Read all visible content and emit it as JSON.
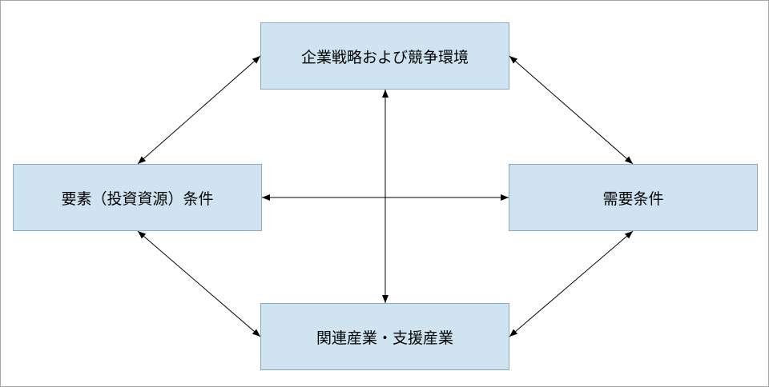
{
  "diagram": {
    "nodes": {
      "top": "企業戦略および競争環境",
      "left": "要素（投資資源）条件",
      "right": "需要条件",
      "bottom": "関連産業・支援産業"
    },
    "edges": [
      {
        "from": "top",
        "to": "left",
        "direction": "both"
      },
      {
        "from": "top",
        "to": "right",
        "direction": "both"
      },
      {
        "from": "left",
        "to": "bottom",
        "direction": "both"
      },
      {
        "from": "right",
        "to": "bottom",
        "direction": "both"
      },
      {
        "from": "top",
        "to": "bottom",
        "direction": "both"
      },
      {
        "from": "left",
        "to": "right",
        "direction": "both"
      }
    ]
  }
}
